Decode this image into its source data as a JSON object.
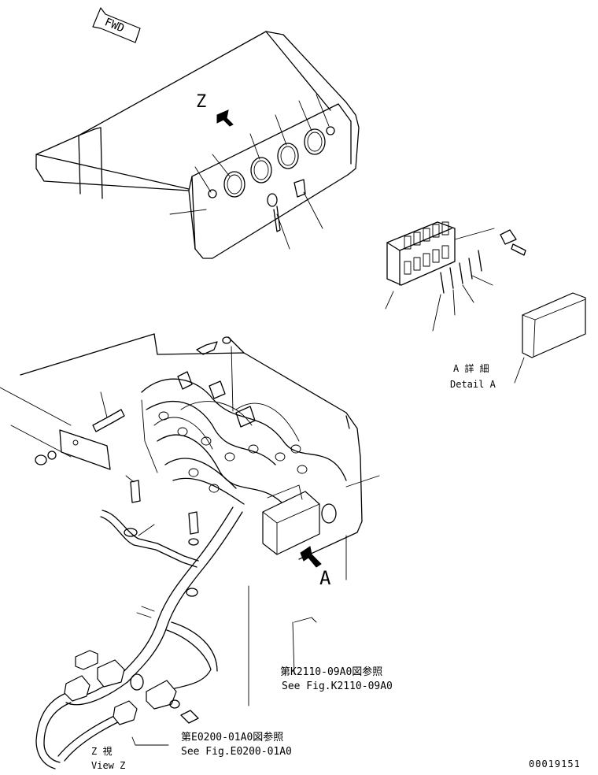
{
  "labels": {
    "fwd": "FWD",
    "z": "Z",
    "detail_a_jp": "A 詳 細",
    "detail_a_en": "Detail A",
    "a": "A",
    "ref1_jp": "第K2110-09A0図参照",
    "ref1_en": "See Fig.K2110-09A0",
    "ref2_jp": "第E0200-01A0図参照",
    "ref2_en": "See Fig.E0200-01A0",
    "view_z_jp": "Z 視",
    "view_z_en": "View Z",
    "drawing_no": "00019151"
  }
}
